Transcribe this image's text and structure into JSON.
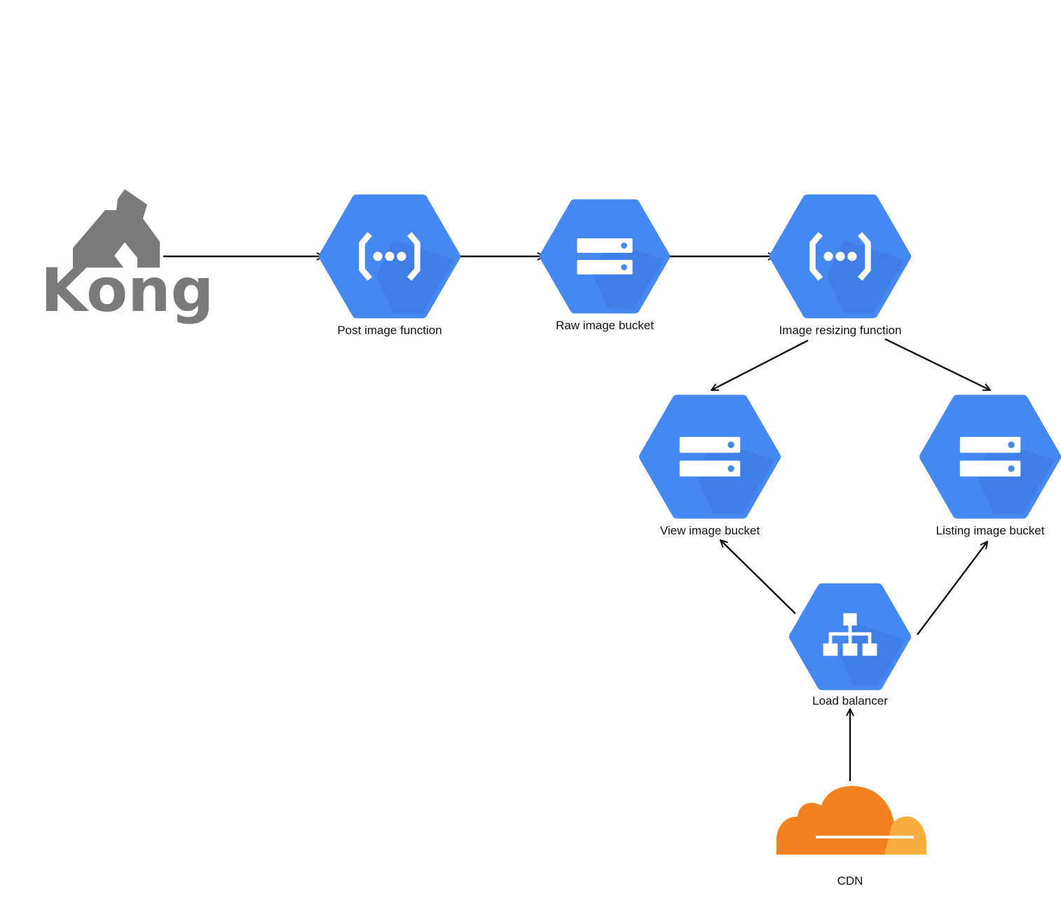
{
  "colors": {
    "node_blue": "#4688F1",
    "node_shadow": "#3B77D9",
    "kong_gray": "#7a7a7a",
    "cdn_orange": "#F48120",
    "cdn_light": "#FAAD3F",
    "edge": "#111111"
  },
  "logos": {
    "kong": {
      "word": "Kong",
      "icon": "gorilla-logo-icon"
    },
    "cdn": {
      "icon": "cloudflare-cloud-icon"
    }
  },
  "nodes": [
    {
      "id": "post_image_function",
      "label": "Post image function",
      "icon": "cloud-functions-icon"
    },
    {
      "id": "raw_image_bucket",
      "label": "Raw image bucket",
      "icon": "cloud-storage-icon"
    },
    {
      "id": "image_resizing_function",
      "label": "Image resizing function",
      "icon": "cloud-functions-icon"
    },
    {
      "id": "view_image_bucket",
      "label": "View image bucket",
      "icon": "cloud-storage-icon"
    },
    {
      "id": "listing_image_bucket",
      "label": "Listing image bucket",
      "icon": "cloud-storage-icon"
    },
    {
      "id": "load_balancer",
      "label": "Load balancer",
      "icon": "load-balancer-icon"
    },
    {
      "id": "cdn",
      "label": "CDN",
      "icon": "cloudflare-cloud-icon"
    }
  ],
  "edges": [
    {
      "from": "kong",
      "to": "post_image_function"
    },
    {
      "from": "post_image_function",
      "to": "raw_image_bucket"
    },
    {
      "from": "raw_image_bucket",
      "to": "image_resizing_function"
    },
    {
      "from": "image_resizing_function",
      "to": "view_image_bucket"
    },
    {
      "from": "image_resizing_function",
      "to": "listing_image_bucket"
    },
    {
      "from": "load_balancer",
      "to": "view_image_bucket"
    },
    {
      "from": "load_balancer",
      "to": "listing_image_bucket"
    },
    {
      "from": "cdn",
      "to": "load_balancer"
    }
  ]
}
